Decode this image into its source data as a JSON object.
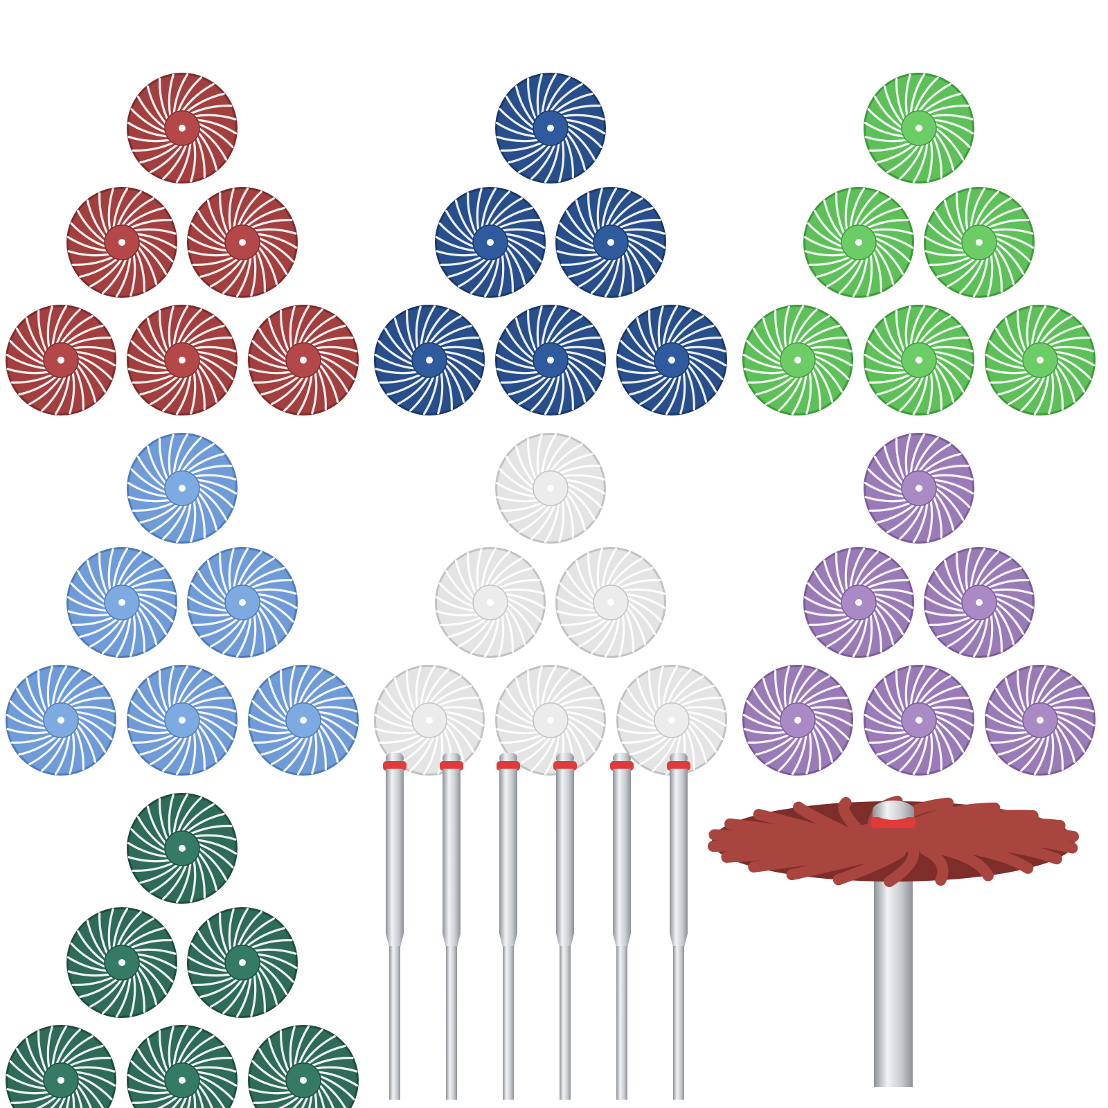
{
  "colors": {
    "background": "#ffffff",
    "mandrel_metal": "#c9ccd0",
    "mandrel_highlight": "#f1f3f5",
    "mandrel_shadow": "#8e9298",
    "mandrel_ring": "#e23a3a"
  },
  "disc_groups": [
    {
      "name": "red",
      "fill": "#a33f3f",
      "edge": "#7f2b2b",
      "hub": "#b44848",
      "count": 6
    },
    {
      "name": "navy",
      "fill": "#284f8c",
      "edge": "#1b386a",
      "hub": "#2f5a9d",
      "count": 6
    },
    {
      "name": "green",
      "fill": "#5dc058",
      "edge": "#3d9a3a",
      "hub": "#6ccd66",
      "count": 6
    },
    {
      "name": "light-blue",
      "fill": "#6f9bd8",
      "edge": "#4f7bbb",
      "hub": "#7eaae2",
      "count": 6
    },
    {
      "name": "white",
      "fill": "#e4e4e4",
      "edge": "#c2c2c2",
      "hub": "#ececec",
      "count": 6
    },
    {
      "name": "purple",
      "fill": "#9a7bb8",
      "edge": "#7a5c99",
      "hub": "#a98ac5",
      "count": 6
    },
    {
      "name": "teal",
      "fill": "#2e6b58",
      "edge": "#1e4d3f",
      "hub": "#357a64",
      "count": 6
    }
  ],
  "mandrels": {
    "count": 6
  },
  "assembled_brush": {
    "fill": "#a8453f",
    "edge": "#7d2d2a"
  }
}
